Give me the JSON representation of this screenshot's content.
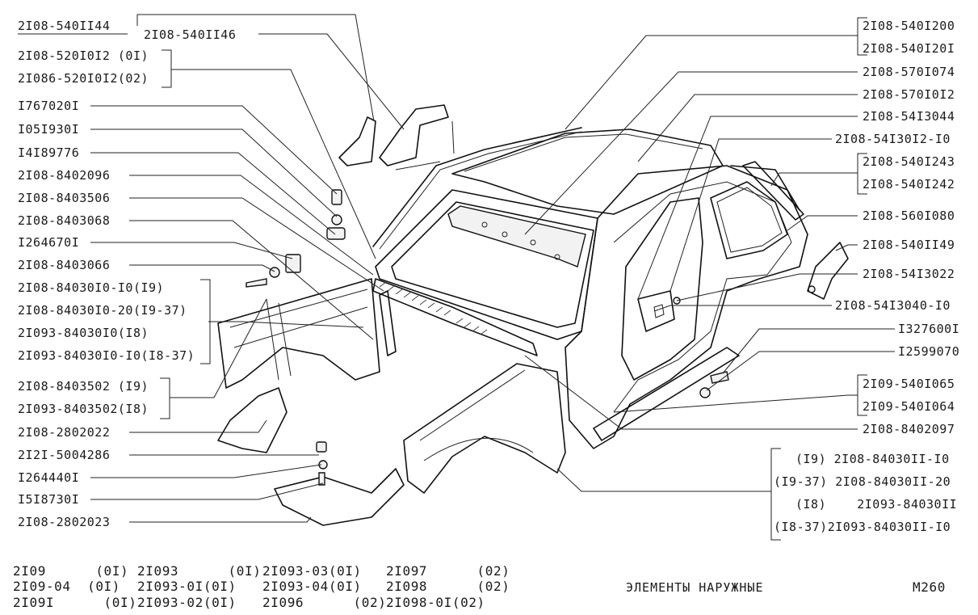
{
  "callouts_left": [
    "2I08-540II44",
    "2I08-540II46",
    "2I08-520I0I2 (0I)",
    "2I086-520I0I2(02)",
    "I767020I",
    "I05I930I",
    "I4I89776",
    "2I08-8402096",
    "2I08-8403506",
    "2I08-8403068",
    "I264670I",
    "2I08-8403066",
    "2I08-84030I0-I0(I9)",
    "2I08-84030I0-20(I9-37)",
    "2I093-84030I0(I8)",
    "2I093-84030I0-I0(I8-37)",
    "2I08-8403502 (I9)",
    "2I093-8403502(I8)",
    "2I08-2802022",
    "2I2I-5004286",
    "I264440I",
    "I5I8730I",
    "2I08-2802023"
  ],
  "callouts_right": [
    "2I08-540I200",
    "2I08-540I20I",
    "2I08-570I074",
    "2I08-570I0I2",
    "2I08-54I3044",
    "2I08-54I30I2-I0",
    "2I08-540I243",
    "2I08-540I242",
    "2I08-560I080",
    "2I08-540II49",
    "2I08-54I3022",
    "2I08-54I3040-I0",
    "I327600I",
    "I2599070",
    "2I09-540I065",
    "2I09-540I064",
    "2I08-8402097",
    "(I9) 2I08-84030II-I0",
    "(I9-37) 2I08-84030II-20",
    "(I8)    2I093-84030II",
    "(I8-37)2I093-84030II-I0"
  ],
  "models": [
    "2I09      (0I)",
    "2I09-04  (0I)",
    "2I09I      (0I)",
    "2I093      (0I)",
    "2I093-0I(0I)",
    "2I093-02(0I)",
    "2I093-03(0I)",
    "2I093-04(0I)",
    "2I096      (02)",
    "2I097      (02)",
    "2I098      (02)",
    "2I098-0I(02)"
  ],
  "caption": "ЭЛЕМЕНТЫ НАРУЖНЫЕ",
  "page_code": "M260"
}
